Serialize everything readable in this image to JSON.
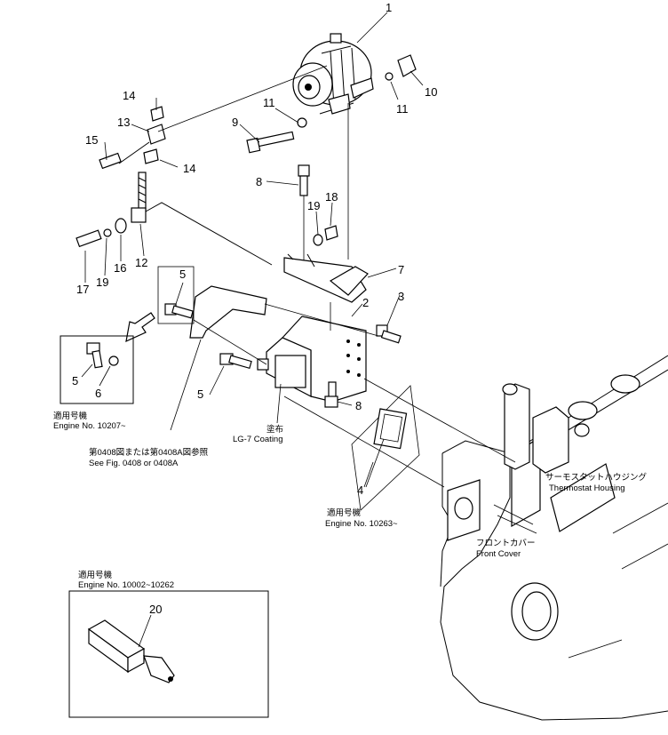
{
  "callouts": [
    {
      "id": "c1",
      "label": "1"
    },
    {
      "id": "c2",
      "label": "2"
    },
    {
      "id": "c3",
      "label": "3"
    },
    {
      "id": "c4",
      "label": "4"
    },
    {
      "id": "c5a",
      "label": "5"
    },
    {
      "id": "c5b",
      "label": "5"
    },
    {
      "id": "c5c",
      "label": "5"
    },
    {
      "id": "c6",
      "label": "6"
    },
    {
      "id": "c7",
      "label": "7"
    },
    {
      "id": "c8a",
      "label": "8"
    },
    {
      "id": "c8b",
      "label": "8"
    },
    {
      "id": "c9",
      "label": "9"
    },
    {
      "id": "c10",
      "label": "10"
    },
    {
      "id": "c11a",
      "label": "11"
    },
    {
      "id": "c11b",
      "label": "11"
    },
    {
      "id": "c12",
      "label": "12"
    },
    {
      "id": "c13",
      "label": "13"
    },
    {
      "id": "c14a",
      "label": "14"
    },
    {
      "id": "c14b",
      "label": "14"
    },
    {
      "id": "c15",
      "label": "15"
    },
    {
      "id": "c16",
      "label": "16"
    },
    {
      "id": "c17",
      "label": "17"
    },
    {
      "id": "c18",
      "label": "18"
    },
    {
      "id": "c19a",
      "label": "19"
    },
    {
      "id": "c19b",
      "label": "19"
    },
    {
      "id": "c20",
      "label": "20"
    }
  ],
  "notes": {
    "engine_a_jp": "適用号機",
    "engine_a_en": "Engine No. 10207~",
    "see_fig_jp": "第0408図または第0408A図参照",
    "see_fig_en": "See Fig. 0408 or 0408A",
    "coating_jp": "塗布",
    "coating_en": "LG-7 Coating",
    "engine_b_jp": "適用号機",
    "engine_b_en": "Engine No. 10263~",
    "thermostat_jp": "サーモスタットハウジング",
    "thermostat_en": "Thermostat Housing",
    "front_cover_jp": "フロントカバー",
    "front_cover_en": "Front Cover",
    "engine_c_jp": "適用号機",
    "engine_c_en": "Engine No. 10002~10262"
  }
}
